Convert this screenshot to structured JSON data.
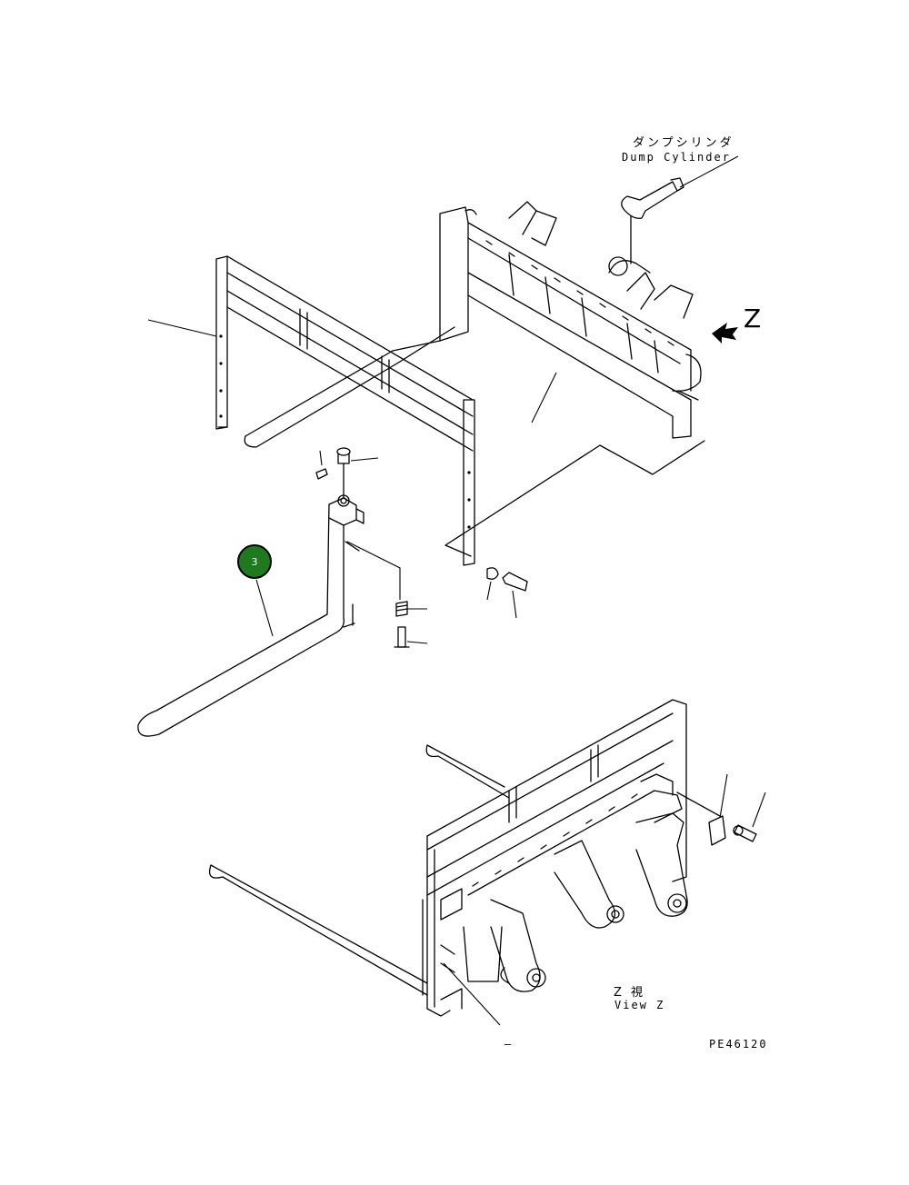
{
  "labels": {
    "dump_cylinder_jp": "ダンプシリンダ",
    "dump_cylinder_en": "Dump Cylinder",
    "view_marker": "Z",
    "view_z_jp": "Z 視",
    "view_z_en": "View Z",
    "drawing_number": "PE46120",
    "dash_mark": "–"
  },
  "callouts": [
    {
      "number": "3",
      "color": "#1f7a1f"
    }
  ]
}
